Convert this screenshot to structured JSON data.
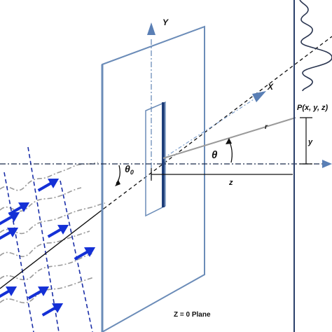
{
  "labels": {
    "y_axis": "Y",
    "x_axis": "X",
    "point": "P(x, y, z)",
    "r": "r",
    "theta": "θ",
    "theta0": "θ",
    "theta0_sub": "0",
    "y_dist": "y",
    "z_dist": "z",
    "plane": "Z = 0 Plane"
  },
  "colors": {
    "plane_edge": "#6b8cb8",
    "axis_arrow": "#5a7fb5",
    "slit": "#1f3f7a",
    "wavefront": "#1b2fa8",
    "wave_arrow": "#1430d6",
    "wavy_lines": "#9a9a9a",
    "ray": "#111111",
    "r_line": "#9a9a9a",
    "screen": "#2b3f6a",
    "intensity": "#2a3550"
  },
  "icons": {
    "wave_arrows": "arrow-right-icon",
    "axis_heads": "arrowhead-icon"
  }
}
